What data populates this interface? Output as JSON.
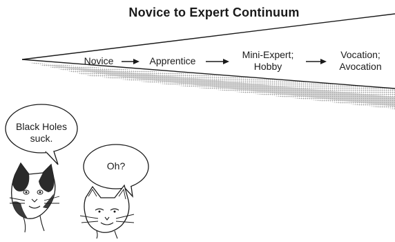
{
  "title": "Novice to Expert Continuum",
  "stages": [
    {
      "label": "Novice"
    },
    {
      "label": "Apprentice"
    },
    {
      "label": "Mini-Expert;\nHobby"
    },
    {
      "label": "Vocation;\nAvocation"
    }
  ],
  "speech": {
    "cat_one": "Black Holes\nsuck.",
    "cat_two": "Oh?"
  },
  "colors": {
    "ink": "#1a1a1a",
    "shadow": "#9a9a9a",
    "paper": "#ffffff"
  }
}
